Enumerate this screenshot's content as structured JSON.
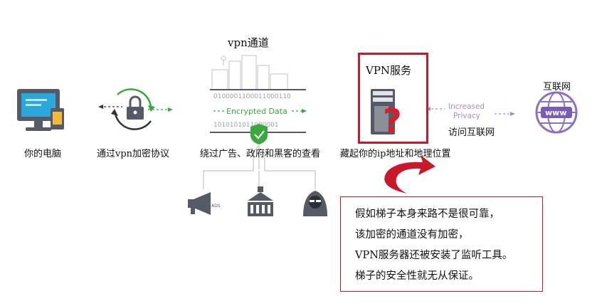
{
  "labels": {
    "your_computer": "你的电脑",
    "vpn_encryption": "通过vpn加密协议",
    "vpn_tunnel_title": "vpn通道",
    "hide_from": "绕过广告、政府和黑客的查看",
    "hide_ip": "藏起你的ip地址和地理位置",
    "vpn_service": "VPN服务",
    "internet": "互联网",
    "visit_internet": "访问互联网",
    "encrypted_data": "Encrypted Data",
    "increased": "Increased",
    "privacy": "Privacy",
    "binary_1": "0100001100011000110",
    "binary_2": "1010101011000001",
    "ads": "ADS",
    "www": "www"
  },
  "note": {
    "line1": "假如梯子本身来路不是很可靠，",
    "line2": "该加密的通道没有加密，",
    "line3": "VPN服务器还被安装了监听工具。",
    "line4": "梯子的安全性就无从保证。"
  },
  "colors": {
    "accent_red": "#c8182a",
    "green": "#3aa83c",
    "lavender": "#a58ccf",
    "icon_gray": "#555a66",
    "screen_blue": "#2aa8dc"
  },
  "icons": [
    "computer-icon",
    "lock-icon",
    "server-icon",
    "question-mark-icon",
    "globe-icon",
    "shield-icon",
    "megaphone-icon",
    "government-icon",
    "hacker-icon",
    "city-icon",
    "curved-arrow-icon"
  ]
}
